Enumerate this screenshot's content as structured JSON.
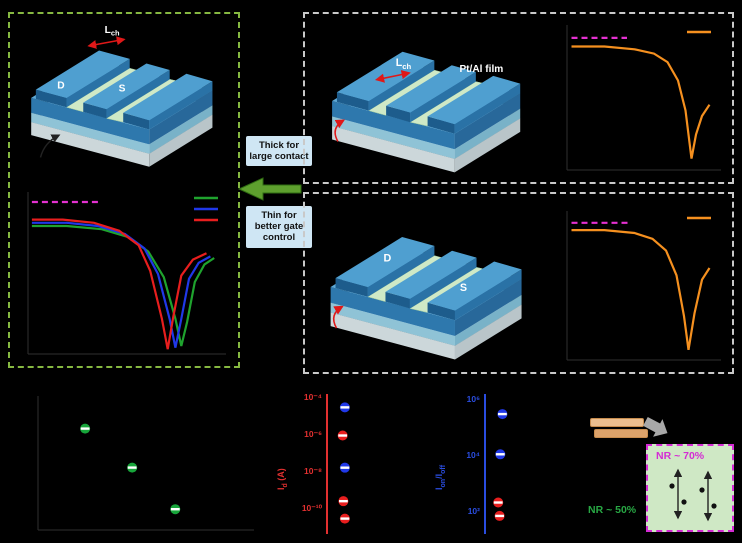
{
  "colors": {
    "background": "#000000",
    "left_box_border": "#86b841",
    "right_box_border": "#c9c9c9",
    "note_background": "#cfe6f4",
    "arrow_green": "#5ea02e",
    "magenta": "#d42bd4",
    "orange": "#f5901f",
    "curve_green": "#1fa32e",
    "curve_blue": "#2038e8",
    "curve_red": "#e81e1e",
    "marker_green": "#17a53a"
  },
  "callouts": {
    "thick": "Thick for large contact",
    "thin": "Thin for better gate control"
  },
  "left_box": {
    "schematic": {
      "lch_l": "L",
      "lch_sub": "ch",
      "source": "S",
      "drain": "D"
    }
  },
  "right_top": {
    "schematic": {
      "lch_l": "L",
      "lch_sub": "ch",
      "film": "Pt/Al film"
    }
  },
  "right_bottom": {
    "schematic": {
      "drain": "D",
      "source": "S"
    }
  },
  "bottom": {
    "panel2": {
      "ylabel_pre": "I",
      "ylabel_sub": "d",
      "ylabel_post": " (A)",
      "ticks": [
        "10⁻⁴",
        "10⁻⁶",
        "10⁻⁸",
        "10⁻¹⁰"
      ]
    },
    "panel3": {
      "ylabel_pre": "I",
      "ylabel_sub": "on",
      "ylabel_mid": "/I",
      "ylabel_sub2": "off",
      "ticks": [
        "10⁶",
        "10⁴",
        "10²"
      ]
    },
    "panel4": {
      "nr_magenta": "NR ~ 70%",
      "nr_green": "NR ~ 50%"
    }
  },
  "chart_data": {
    "plots": [
      {
        "id": "plot-left",
        "type": "line",
        "description": "Transfer curves of thick-contact device, log-scale dip; normalized coordinates (x 0-1 gate sweep, y 0-1 log current)",
        "mx": 12,
        "my": 8,
        "series": [
          {
            "name": "reference-dashed",
            "color": "#e531d1",
            "dash": true,
            "points": [
              [
                0.02,
                0.95
              ],
              [
                0.38,
                0.95
              ]
            ]
          },
          {
            "name": "green",
            "color": "#1fa32e",
            "points": [
              [
                0.02,
                0.8
              ],
              [
                0.2,
                0.8
              ],
              [
                0.38,
                0.78
              ],
              [
                0.52,
                0.73
              ],
              [
                0.62,
                0.64
              ],
              [
                0.7,
                0.48
              ],
              [
                0.76,
                0.22
              ],
              [
                0.79,
                0.05
              ],
              [
                0.82,
                0.2
              ],
              [
                0.86,
                0.45
              ],
              [
                0.91,
                0.56
              ],
              [
                0.96,
                0.6
              ]
            ]
          },
          {
            "name": "blue",
            "color": "#2038e8",
            "points": [
              [
                0.02,
                0.82
              ],
              [
                0.2,
                0.82
              ],
              [
                0.36,
                0.8
              ],
              [
                0.5,
                0.75
              ],
              [
                0.6,
                0.66
              ],
              [
                0.67,
                0.5
              ],
              [
                0.73,
                0.22
              ],
              [
                0.76,
                0.04
              ],
              [
                0.79,
                0.22
              ],
              [
                0.83,
                0.47
              ],
              [
                0.88,
                0.57
              ],
              [
                0.94,
                0.61
              ]
            ]
          },
          {
            "name": "red",
            "color": "#e81e1e",
            "points": [
              [
                0.02,
                0.84
              ],
              [
                0.18,
                0.84
              ],
              [
                0.34,
                0.82
              ],
              [
                0.47,
                0.77
              ],
              [
                0.57,
                0.68
              ],
              [
                0.63,
                0.52
              ],
              [
                0.69,
                0.22
              ],
              [
                0.72,
                0.03
              ],
              [
                0.75,
                0.24
              ],
              [
                0.79,
                0.49
              ],
              [
                0.85,
                0.59
              ],
              [
                0.92,
                0.63
              ]
            ]
          }
        ],
        "legend": [
          {
            "color": "#1fa32e"
          },
          {
            "color": "#2038e8"
          },
          {
            "color": "#e81e1e"
          }
        ]
      },
      {
        "id": "plot-rt1",
        "type": "line",
        "description": "Transfer curve of Pt/Al film device (top right), normalized coordinates",
        "mx": 10,
        "my": 8,
        "series": [
          {
            "name": "reference-dashed",
            "color": "#e531d1",
            "dash": true,
            "points": [
              [
                0.03,
                0.93
              ],
              [
                0.4,
                0.93
              ]
            ]
          },
          {
            "name": "orange",
            "color": "#f5901f",
            "points": [
              [
                0.03,
                0.87
              ],
              [
                0.25,
                0.87
              ],
              [
                0.45,
                0.85
              ],
              [
                0.58,
                0.82
              ],
              [
                0.67,
                0.76
              ],
              [
                0.74,
                0.63
              ],
              [
                0.79,
                0.42
              ],
              [
                0.83,
                0.08
              ],
              [
                0.86,
                0.25
              ],
              [
                0.9,
                0.38
              ],
              [
                0.95,
                0.46
              ]
            ]
          }
        ],
        "legend": [
          {
            "color": "#f5901f"
          }
        ]
      },
      {
        "id": "plot-rt2",
        "type": "line",
        "description": "Transfer curve of thin-contact device (bottom right), normalized coordinates",
        "mx": 10,
        "my": 8,
        "series": [
          {
            "name": "reference-dashed",
            "color": "#e531d1",
            "dash": true,
            "points": [
              [
                0.03,
                0.94
              ],
              [
                0.42,
                0.94
              ]
            ]
          },
          {
            "name": "orange",
            "color": "#f5901f",
            "points": [
              [
                0.03,
                0.89
              ],
              [
                0.25,
                0.89
              ],
              [
                0.45,
                0.87
              ],
              [
                0.57,
                0.83
              ],
              [
                0.66,
                0.75
              ],
              [
                0.73,
                0.58
              ],
              [
                0.78,
                0.3
              ],
              [
                0.81,
                0.07
              ],
              [
                0.85,
                0.32
              ],
              [
                0.9,
                0.55
              ],
              [
                0.95,
                0.63
              ]
            ]
          }
        ],
        "legend": [
          {
            "color": "#f5901f"
          }
        ]
      }
    ],
    "scatters": [
      {
        "id": "scatter-1",
        "type": "scatter",
        "description": "Green half-filled markers, descending trend; axis labels not legible (normalized coords, y from top)",
        "mx": 22,
        "my": 10,
        "points": [
          {
            "x": 0.22,
            "y": 0.22,
            "color": "#17a53a"
          },
          {
            "x": 0.46,
            "y": 0.52,
            "color": "#17a53a"
          },
          {
            "x": 0.68,
            "y": 0.84,
            "color": "#17a53a"
          }
        ]
      },
      {
        "id": "scatter-2",
        "type": "scatter",
        "description": "Current comparison, red axis 10^-4..10^-10 A (normalized coords, y from top)",
        "mx": 8,
        "my": 8,
        "points": [
          {
            "x": 0.12,
            "y": 0.07,
            "color": "#2038e8"
          },
          {
            "x": 0.09,
            "y": 0.28,
            "color": "#e81e1e"
          },
          {
            "x": 0.12,
            "y": 0.52,
            "color": "#2038e8"
          },
          {
            "x": 0.1,
            "y": 0.77,
            "color": "#e81e1e"
          },
          {
            "x": 0.12,
            "y": 0.9,
            "color": "#e81e1e"
          }
        ]
      },
      {
        "id": "scatter-3",
        "type": "scatter",
        "description": "On/off ratio comparison, blue axis 10^2..10^6 (normalized coords, y from top)",
        "mx": 8,
        "my": 8,
        "points": [
          {
            "x": 0.12,
            "y": 0.12,
            "color": "#2038e8"
          },
          {
            "x": 0.09,
            "y": 0.42,
            "color": "#2038e8"
          },
          {
            "x": 0.06,
            "y": 0.78,
            "color": "#e81e1e"
          },
          {
            "x": 0.08,
            "y": 0.88,
            "color": "#e81e1e"
          }
        ]
      }
    ]
  }
}
